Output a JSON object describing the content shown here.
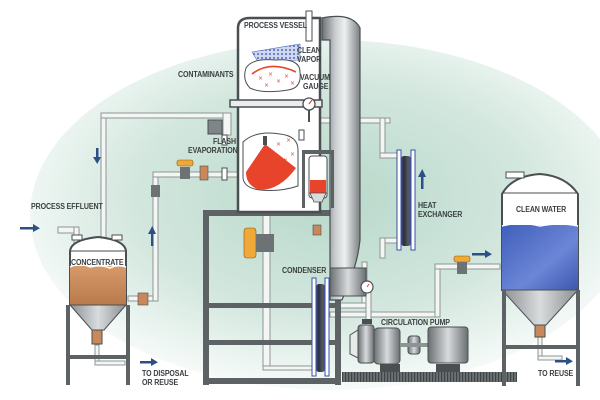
{
  "diagram": {
    "title": "Flash evaporation wastewater treatment system",
    "labels": {
      "process_vessel": "PROCESS VESSEL",
      "clean_vapor_1": "CLEAN",
      "clean_vapor_2": "VAPOR",
      "vacuum_gauge_1": "VACUUM",
      "vacuum_gauge_2": "GAUGE",
      "contaminants": "CONTAMINANTS",
      "flash_evap_1": "FLASH",
      "flash_evap_2": "EVAPORATION",
      "heat_exchanger_1": "HEAT",
      "heat_exchanger_2": "EXCHANGER",
      "process_effluent": "PROCESS EFFLUENT",
      "concentrate": "CONCENTRATE",
      "condenser": "CONDENSER",
      "circulation_pump": "CIRCULATION PUMP",
      "clean_water": "CLEAN WATER",
      "to_disposal_1": "TO DISPOSAL",
      "to_disposal_2": "OR REUSE",
      "to_reuse": "TO REUSE"
    },
    "colors": {
      "background_glow": "#cfe3d9",
      "pipe": "#f4f6f5",
      "pipe_outline": "#8d9693",
      "frame": "#5d6264",
      "vessel_outline": "#4a4f52",
      "contaminant_red": "#e8442c",
      "concentrate_brown": "#c8885a",
      "clean_water_blue": "#4a66c0",
      "flow_arrow": "#2c4f86",
      "valve_orange": "#f0a838",
      "condenser_gray": "#9ea3a5"
    }
  }
}
